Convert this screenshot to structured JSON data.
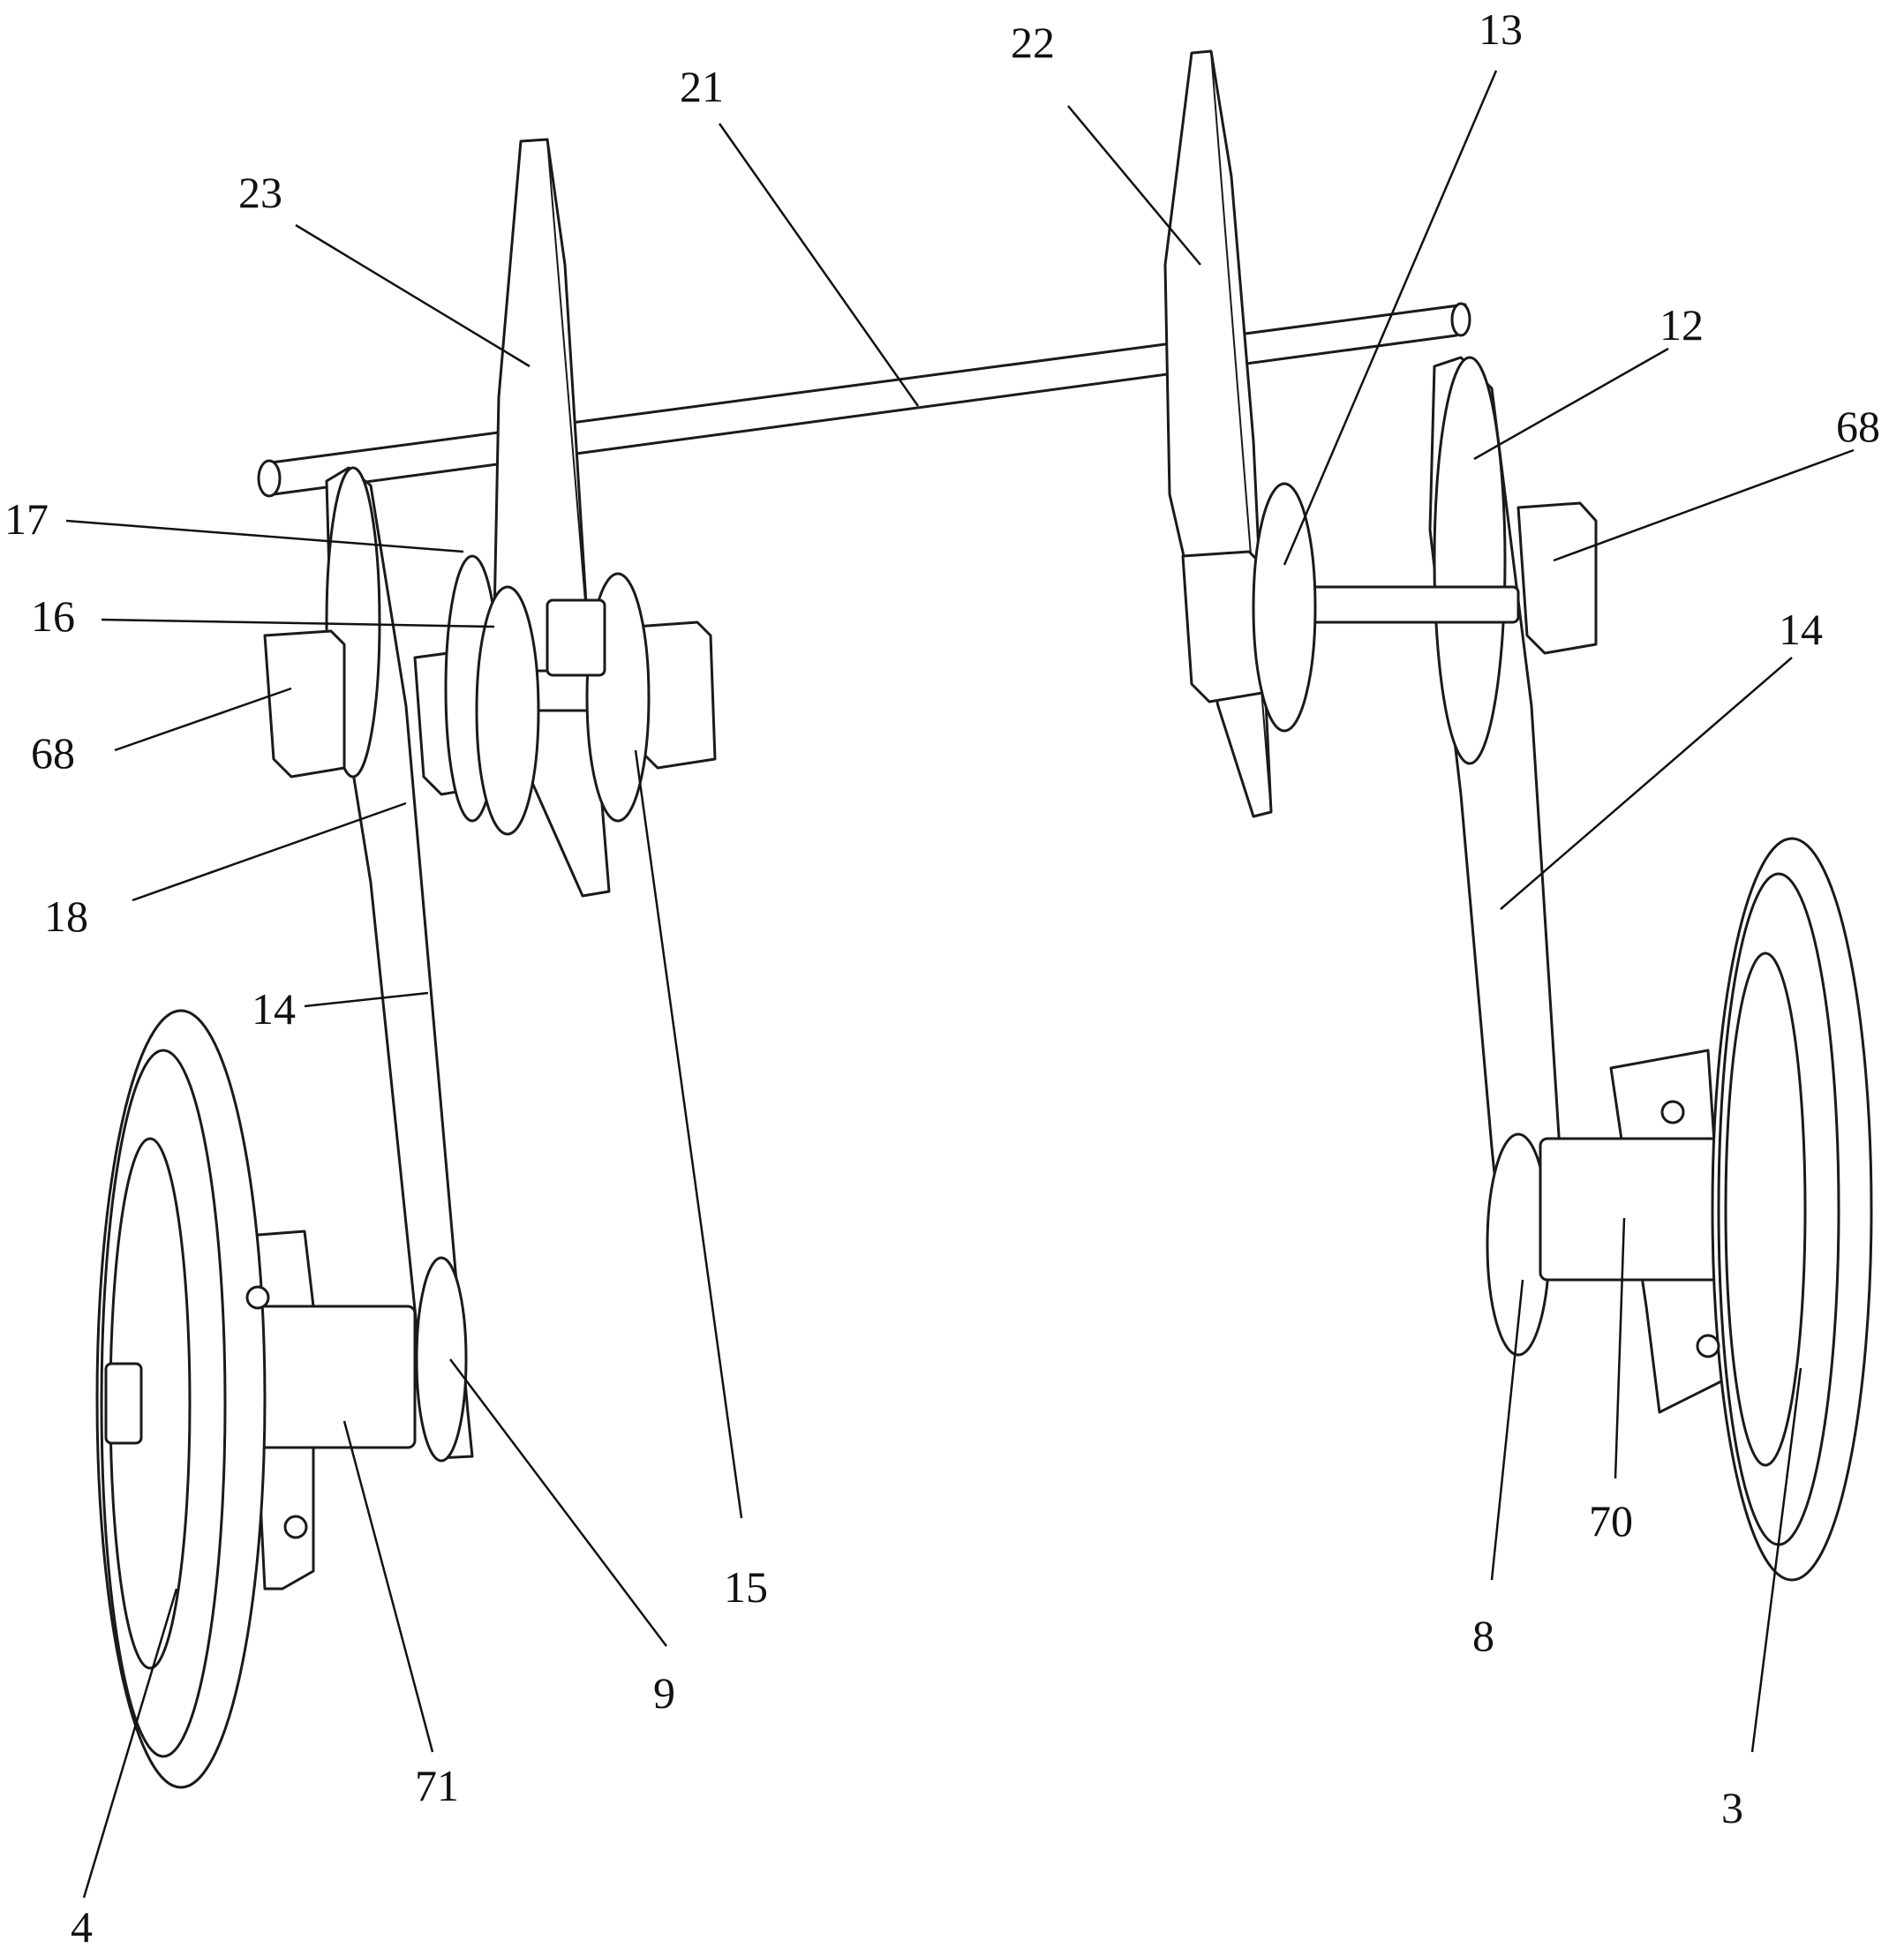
{
  "figure": {
    "reference_numerals": [
      {
        "id": "ref-3",
        "text": "3"
      },
      {
        "id": "ref-4",
        "text": "4"
      },
      {
        "id": "ref-8",
        "text": "8"
      },
      {
        "id": "ref-9",
        "text": "9"
      },
      {
        "id": "ref-12",
        "text": "12"
      },
      {
        "id": "ref-13",
        "text": "13"
      },
      {
        "id": "ref-14-left",
        "text": "14"
      },
      {
        "id": "ref-14-right",
        "text": "14"
      },
      {
        "id": "ref-15",
        "text": "15"
      },
      {
        "id": "ref-16",
        "text": "16"
      },
      {
        "id": "ref-17",
        "text": "17"
      },
      {
        "id": "ref-18",
        "text": "18"
      },
      {
        "id": "ref-21",
        "text": "21"
      },
      {
        "id": "ref-22",
        "text": "22"
      },
      {
        "id": "ref-23",
        "text": "23"
      },
      {
        "id": "ref-68-left",
        "text": "68"
      },
      {
        "id": "ref-68-right",
        "text": "68"
      },
      {
        "id": "ref-70",
        "text": "70"
      },
      {
        "id": "ref-71",
        "text": "71"
      }
    ]
  }
}
